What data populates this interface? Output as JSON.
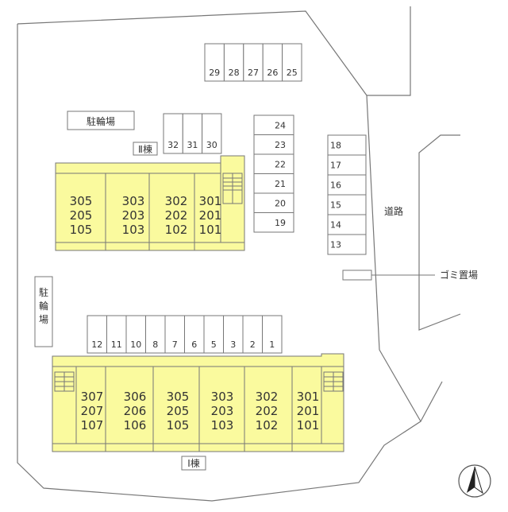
{
  "labels": {
    "road": "道路",
    "trash": "ゴミ置場",
    "bike_top": "駐輪場",
    "bike_left": "駐輪場",
    "building_2": "Ⅱ棟",
    "building_1": "Ⅰ棟"
  },
  "parking": {
    "row_top": [
      "29",
      "28",
      "27",
      "26",
      "25"
    ],
    "row_mid": [
      "32",
      "31",
      "30"
    ],
    "col_center": [
      "24",
      "23",
      "22",
      "21",
      "20",
      "19"
    ],
    "col_right": [
      "18",
      "17",
      "16",
      "15",
      "14",
      "13"
    ],
    "row_bottom": [
      "12",
      "11",
      "10",
      "8",
      "7",
      "6",
      "5",
      "3",
      "2",
      "1"
    ]
  },
  "building_2_units": [
    [
      "305",
      "205",
      "105"
    ],
    [
      "303",
      "203",
      "103"
    ],
    [
      "302",
      "202",
      "102"
    ],
    [
      "301",
      "201",
      "101"
    ]
  ],
  "building_1_units": [
    [
      "307",
      "207",
      "107"
    ],
    [
      "306",
      "206",
      "106"
    ],
    [
      "305",
      "205",
      "105"
    ],
    [
      "303",
      "203",
      "103"
    ],
    [
      "302",
      "202",
      "102"
    ],
    [
      "301",
      "201",
      "101"
    ]
  ],
  "compass": "N",
  "colors": {
    "building_fill": "#fafa9e",
    "line": "#777777"
  }
}
